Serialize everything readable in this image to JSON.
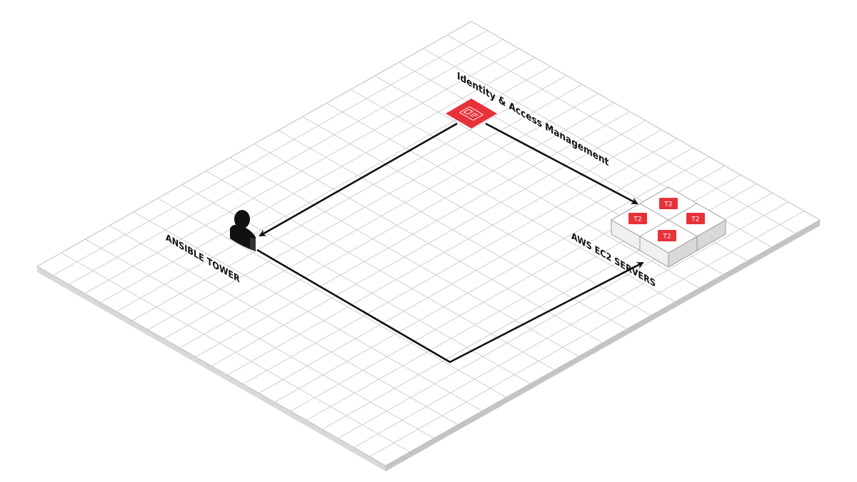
{
  "diagram": {
    "labels": {
      "iam": "Identity & Access Management",
      "tower": "ANSIBLE TOWER",
      "ec2": "AWS EC2 SERVERS"
    },
    "instances": [
      {
        "type": "T2"
      },
      {
        "type": "T2"
      },
      {
        "type": "T2"
      },
      {
        "type": "T2"
      }
    ],
    "icons": {
      "iam": "identity-card-icon",
      "tower": "user-icon",
      "ec2": "server-block-icon"
    },
    "colors": {
      "accent": "#e8323a",
      "line": "#111111",
      "grid": "#cfcfcf",
      "platform_side": "#c8c8c8"
    }
  }
}
